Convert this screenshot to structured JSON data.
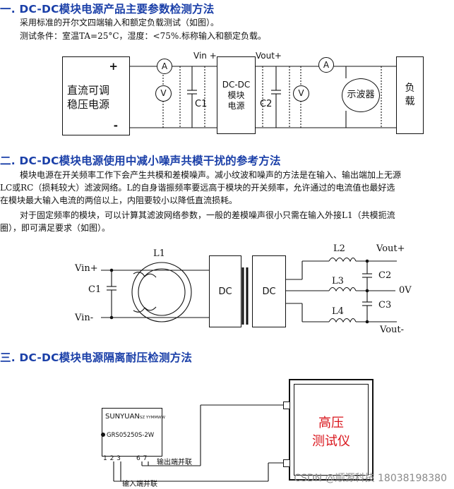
{
  "sections": [
    {
      "heading": "一. DC-DC模块电源产品主要参数检测方法",
      "lines": [
        "采用标准的开尔文四端输入和额定负载测试（如图）。",
        "测试条件：室温TA=25°C，湿度：<75%.标称输入和额定负载。"
      ]
    },
    {
      "heading": "二. DC-DC模块电源使用中减小噪声共模干扰的参考方法",
      "lines": [
        "模块电源在开关频率工作下会产生共模和差模噪声。减小纹波和噪声的方法是在输入、输出端加上无源",
        "LC或RC（损耗较大）滤波网络。L的自身谐振频率要远高于模块的开关频率，允许通过的电流值也最好选",
        "在模块最大输入电流的两倍以上，内阻要较小以降低直流损耗。",
        "对于固定频率的模块，可以计算其滤波网络参数，一般的差模噪声很小只需在输入外接L1（共模扼流",
        "圈），即可满足要求（如图）。"
      ]
    },
    {
      "heading": "三. DC-DC模块电源隔离耐压检测方法"
    }
  ],
  "diagram1": {
    "source_lines": [
      "直流可调",
      "稳压电源"
    ],
    "plus": "+",
    "minus": "-",
    "meter_a": "A",
    "meter_v": "V",
    "vin_plus": "Vin +",
    "c1": "C1",
    "module_lines": [
      "DC-DC",
      "模块",
      "电源"
    ],
    "vout_plus": "Vout+",
    "c2": "C2",
    "scope": "示波器",
    "load_lines": [
      "负",
      "载"
    ]
  },
  "diagram2": {
    "vin_plus": "Vin+",
    "vin_minus": "Vin-",
    "c1": "C1",
    "l1": "L1",
    "dc_left": "DC",
    "dc_right": "DC",
    "l2": "L2",
    "l3": "L3",
    "l4": "L4",
    "c2": "C2",
    "c3": "C3",
    "zero_v": "0V",
    "vout_plus": "Vout+",
    "vout_minus": "Vout-"
  },
  "diagram3": {
    "brand": "SUNYUAN",
    "brand_suffix": "SZ YYMMWW",
    "model": "GRS05250S-2W",
    "pins_in": "1 2 3",
    "pins_out": "6 7",
    "output_label": "输出端并联",
    "input_label": "输入端并联",
    "tester_lines": [
      "高压",
      "测试仪"
    ],
    "colors": {
      "tester_text": "#d9141b",
      "heading": "#1a3fa8"
    }
  },
  "watermark": "CSDN @顺源科技 18038198380"
}
